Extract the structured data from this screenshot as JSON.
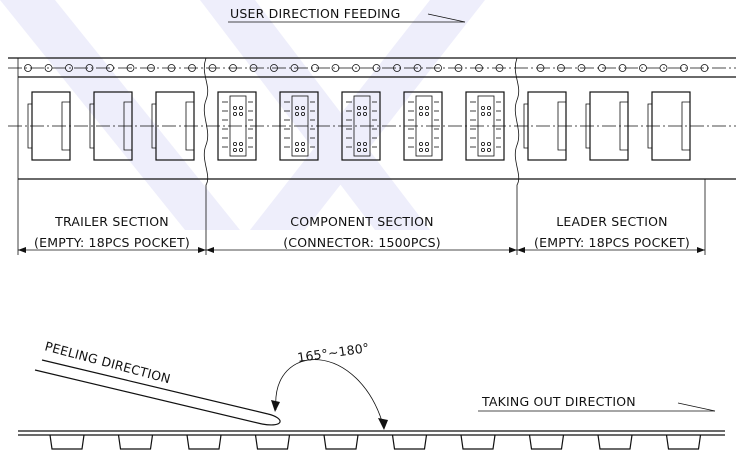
{
  "header": {
    "feed_label": "USER DIRECTION FEEDING"
  },
  "tape_sections": [
    {
      "title": "TRAILER SECTION",
      "note": "(EMPTY: 18PCS POCKET)",
      "pockets": "empty"
    },
    {
      "title": "COMPONENT SECTION",
      "note": "(CONNECTOR: 1500PCS)",
      "pockets": "component"
    },
    {
      "title": "LEADER SECTION",
      "note": "(EMPTY: 18PCS POCKET)",
      "pockets": "empty"
    }
  ],
  "peel": {
    "peel_label": "PEELING DIRECTION",
    "angle_label": "165°~180°",
    "take_out_label": "TAKING OUT DIRECTION"
  },
  "colors": {
    "ink": "#111111",
    "background": "#ffffff",
    "watermark": "#eeeefb"
  }
}
